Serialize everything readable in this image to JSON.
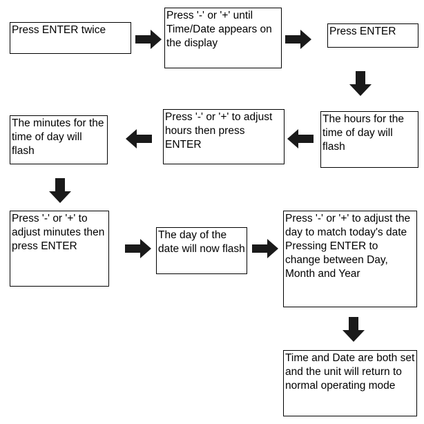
{
  "flowchart": {
    "steps": [
      {
        "id": "step-1",
        "text": "Press ENTER twice"
      },
      {
        "id": "step-2",
        "text": "Press '-' or '+' until Time/Date appears on the display"
      },
      {
        "id": "step-3",
        "text": "Press ENTER"
      },
      {
        "id": "step-4",
        "text": "The hours for the time of day will flash"
      },
      {
        "id": "step-5",
        "text": "Press '-' or '+' to adjust hours then press ENTER"
      },
      {
        "id": "step-6",
        "text": "The minutes for the time of day will flash"
      },
      {
        "id": "step-7",
        "text": "Press '-' or '+' to adjust minutes then press ENTER"
      },
      {
        "id": "step-8",
        "text": "The day of the date will now flash"
      },
      {
        "id": "step-9",
        "text": "Press '-' or '+' to adjust the day to match today's date Pressing ENTER to change between Day, Month and Year"
      },
      {
        "id": "step-10",
        "text": "Time and Date are both set and the unit will return to normal operating mode"
      }
    ],
    "arrows": [
      {
        "from": "step-1",
        "to": "step-2",
        "direction": "right"
      },
      {
        "from": "step-2",
        "to": "step-3",
        "direction": "right"
      },
      {
        "from": "step-3",
        "to": "step-4",
        "direction": "down"
      },
      {
        "from": "step-4",
        "to": "step-5",
        "direction": "left"
      },
      {
        "from": "step-5",
        "to": "step-6",
        "direction": "left"
      },
      {
        "from": "step-6",
        "to": "step-7",
        "direction": "down"
      },
      {
        "from": "step-7",
        "to": "step-8",
        "direction": "right"
      },
      {
        "from": "step-8",
        "to": "step-9",
        "direction": "right"
      },
      {
        "from": "step-9",
        "to": "step-10",
        "direction": "down"
      }
    ],
    "colors": {
      "stroke": "#000000",
      "fill": "#ffffff",
      "arrow": "#1a1a1a"
    }
  }
}
